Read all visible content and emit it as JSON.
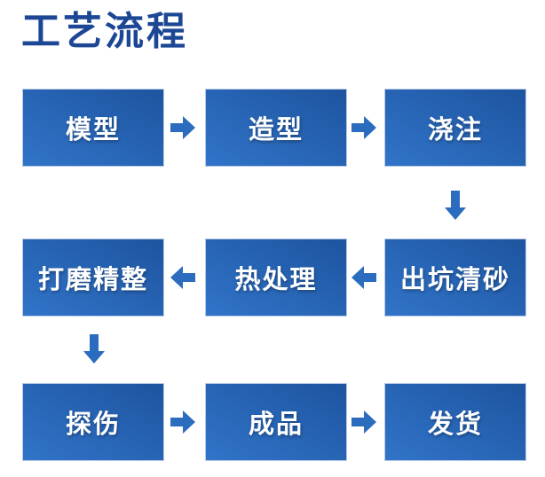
{
  "title": "工艺流程",
  "colors": {
    "background": "#ffffff",
    "title_color": "#1c4795",
    "box_dark": "#1d549f",
    "box_light": "#3174c9",
    "box_border": "#b9cbe6",
    "box_text": "#ffffff",
    "arrow_color": "#2b6cbe"
  },
  "process": {
    "steps": [
      {
        "label": "模型"
      },
      {
        "label": "造型"
      },
      {
        "label": "浇注"
      },
      {
        "label": "出坑清砂"
      },
      {
        "label": "热处理"
      },
      {
        "label": "打磨精整"
      },
      {
        "label": "探伤"
      },
      {
        "label": "成品"
      },
      {
        "label": "发货"
      }
    ],
    "connectors": [
      {
        "from": "模型",
        "to": "造型",
        "direction": "right"
      },
      {
        "from": "造型",
        "to": "浇注",
        "direction": "right"
      },
      {
        "from": "浇注",
        "to": "出坑清砂",
        "direction": "down"
      },
      {
        "from": "出坑清砂",
        "to": "热处理",
        "direction": "left"
      },
      {
        "from": "热处理",
        "to": "打磨精整",
        "direction": "left"
      },
      {
        "from": "打磨精整",
        "to": "探伤",
        "direction": "down"
      },
      {
        "from": "探伤",
        "to": "成品",
        "direction": "right"
      },
      {
        "from": "成品",
        "to": "发货",
        "direction": "right"
      }
    ]
  }
}
